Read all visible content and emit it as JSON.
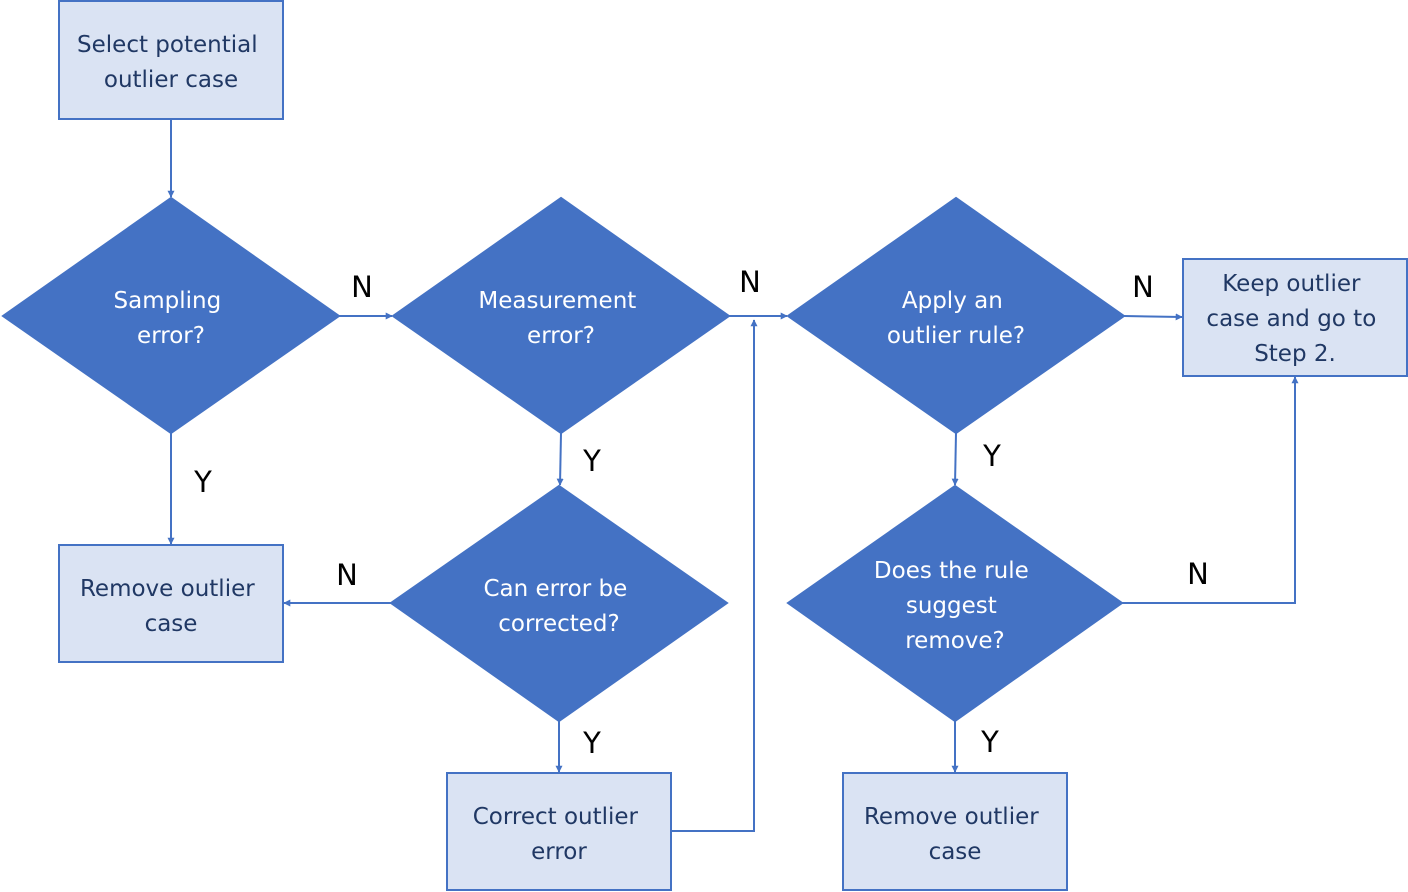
{
  "diagram": {
    "nodes": {
      "select": {
        "lines": [
          "Select potential",
          "outlier case"
        ]
      },
      "sampling": {
        "lines": [
          "Sampling",
          "error?"
        ]
      },
      "measure": {
        "lines": [
          "Measurement",
          "error?"
        ]
      },
      "apply": {
        "lines": [
          "Apply an",
          "outlier rule?"
        ]
      },
      "keep": {
        "lines": [
          "Keep outlier",
          "case and go to",
          "Step 2."
        ]
      },
      "remove1": {
        "lines": [
          "Remove outlier",
          "case"
        ]
      },
      "corrq": {
        "lines": [
          "Can error be",
          "corrected?"
        ]
      },
      "rule": {
        "lines": [
          "Does the rule",
          "suggest",
          "remove?"
        ]
      },
      "correct": {
        "lines": [
          "Correct outlier",
          "error"
        ]
      },
      "remove2": {
        "lines": [
          "Remove outlier",
          "case"
        ]
      }
    },
    "edge_labels": {
      "sampling_no": "N",
      "measure_no": "N",
      "apply_no": "N",
      "sampling_yes": "Y",
      "measure_yes": "Y",
      "apply_yes": "Y",
      "corrq_no": "N",
      "rule_no": "N",
      "corrq_yes": "Y",
      "rule_yes": "Y"
    },
    "colors": {
      "decision_fill": "#4472c4",
      "process_fill": "#dae3f3",
      "stroke": "#4472c4",
      "process_text": "#203864",
      "decision_text": "#ffffff"
    }
  }
}
